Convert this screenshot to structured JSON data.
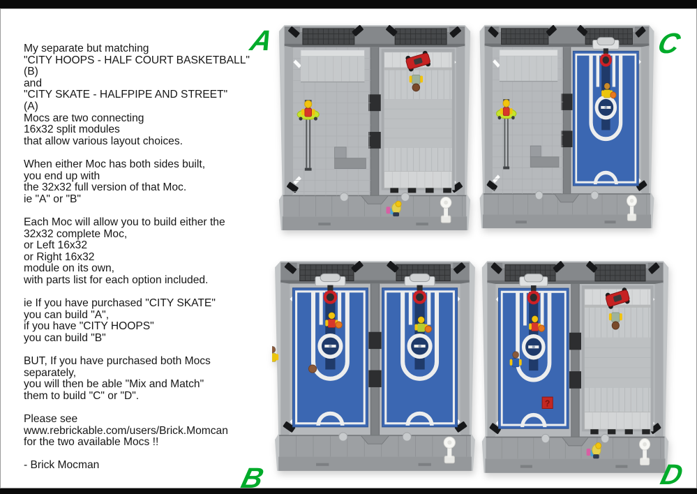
{
  "page": {
    "background": "#ffffff",
    "frame_color": "#0a0a0a",
    "accent_green": "#00ab2a"
  },
  "description": {
    "body_text": "My separate but matching\n\"CITY HOOPS - HALF COURT BASKETBALL\"\n(B)\nand\n\"CITY SKATE - HALFPIPE AND STREET\"\n(A)\nMocs are two connecting\n16x32 split modules\nthat allow various layout choices.\n\nWhen either Moc has both sides built,\nyou end up with\nthe 32x32 full version of that Moc.\nie \"A\" or \"B\"\n\nEach Moc will allow you to build either the\n32x32 complete Moc,\nor Left 16x32\nor Right 16x32\nmodule on its own,\nwith parts list for each option included.\n\nie If you have purchased \"CITY SKATE\"\nyou can build \"A\",\nif you have \"CITY HOOPS\"\nyou can build \"B\"\n\nBUT, If you have purchased both Mocs\nseparately,\nyou will then be able \"Mix and Match\"\nthem to build \"C\" or \"D\".\n\nPlease see\nwww.rebrickable.com/users/Brick.Momcan\nfor the two available Mocs !!\n\n- Brick Mocman",
    "url_text": "www.rebrickable.com/users/Brick.Momcan",
    "author": "- Brick Mocman"
  },
  "modules": [
    {
      "id": "A",
      "label": "A",
      "left_half": "skate-street",
      "right_half": "skate-halfpipe",
      "pedestrian": true
    },
    {
      "id": "C",
      "label": "C",
      "left_half": "skate-street",
      "right_half": "hoops-court",
      "pedestrian": false
    },
    {
      "id": "B",
      "label": "B",
      "left_half": "hoops-court",
      "right_half": "hoops-court",
      "pedestrian": false
    },
    {
      "id": "D",
      "label": "D",
      "left_half": "hoops-court-question",
      "right_half": "skate-halfpipe",
      "pedestrian": true
    }
  ],
  "colors": {
    "plate": "#c2c5c7",
    "wall": "#85888b",
    "floor": "#b6b9bc",
    "divider": "#7f8285",
    "sidewalk": "#9da0a3",
    "road": "#95989b",
    "court_blue": "#3b67b2",
    "court_navy": "#1f3a6a",
    "line_white": "#edeeee",
    "rim_red": "#cc2026",
    "kart_red": "#c62222",
    "board_lime": "#c5e42d",
    "minifig_yellow": "#f2c40e",
    "ball_orange": "#e8791e"
  }
}
